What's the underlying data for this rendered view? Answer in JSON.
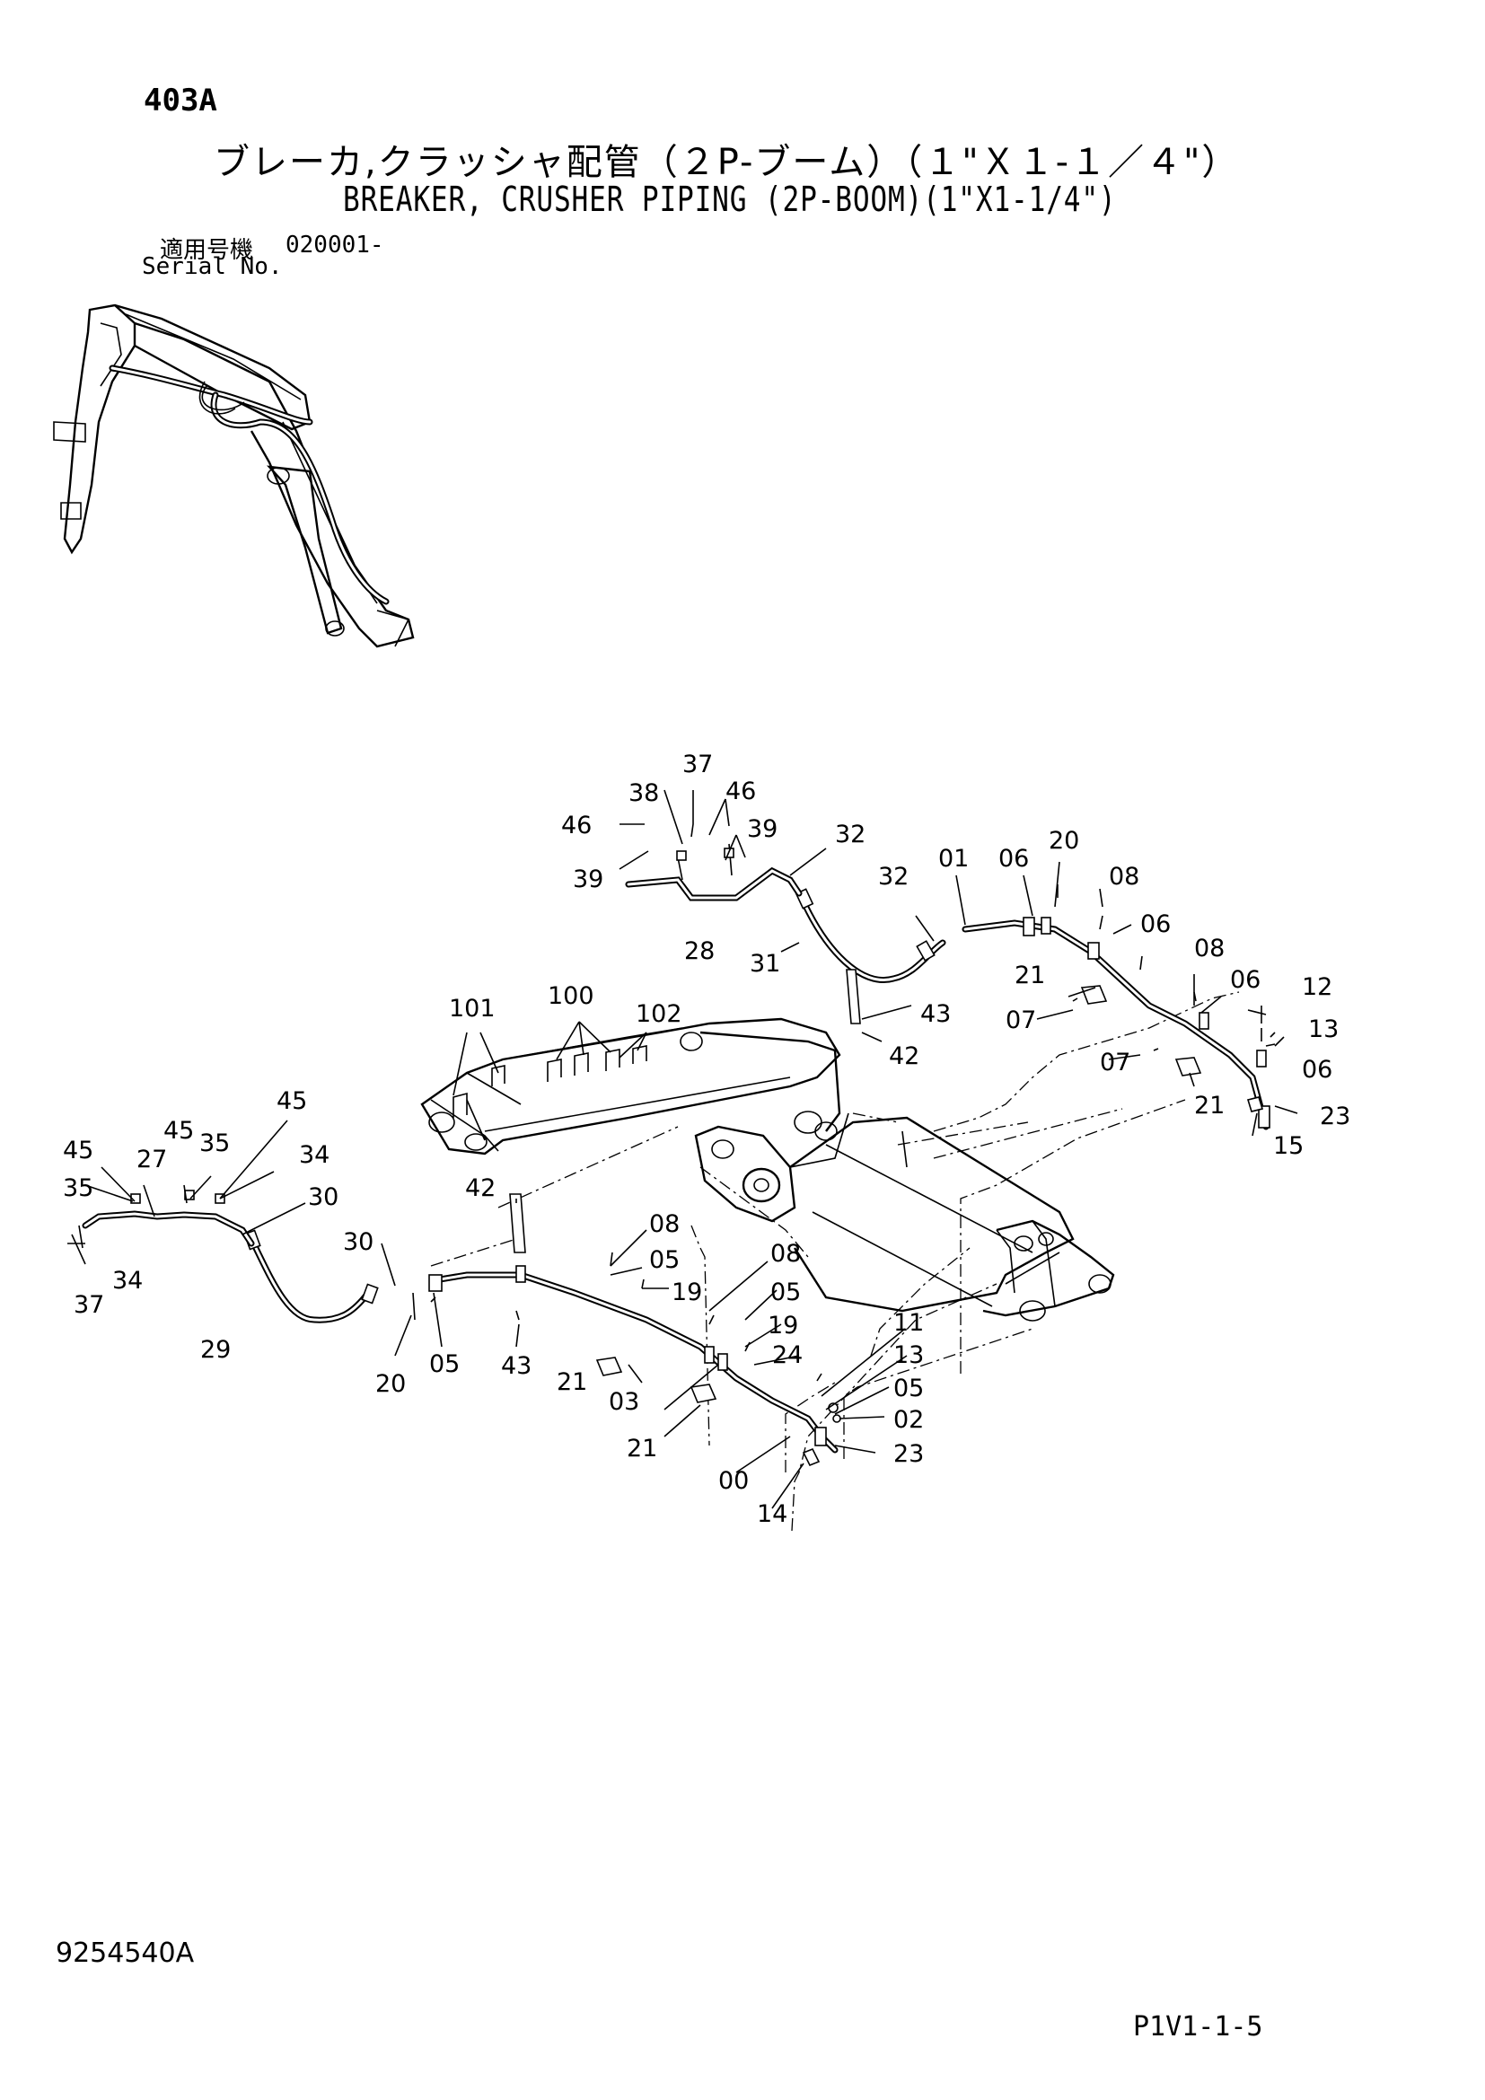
{
  "header": {
    "page_code": "403A",
    "title_ja": "ブレーカ,クラッシャ配管（２P-ブーム）（１\"Ｘ１-１／４\"）",
    "title_en": "BREAKER, CRUSHER PIPING (2P-BOOM)(1\"X1-1/4\")",
    "serial_label_ja": "適用号機",
    "serial_value": "020001-",
    "serial_label_en": "Serial No."
  },
  "footer": {
    "doc_number": "9254540A",
    "page_ref": "P1V1-1-5"
  },
  "callouts": {
    "c37a": "37",
    "c38": "38",
    "c46a": "46",
    "c46b": "46",
    "c39a": "39",
    "c39b": "39",
    "c32a": "32",
    "c32b": "32",
    "c01": "01",
    "c06a": "06",
    "c20a": "20",
    "c08a": "08",
    "c06b": "06",
    "c28": "28",
    "c31": "31",
    "c101": "101",
    "c100": "100",
    "c102": "102",
    "c43a": "43",
    "c42a": "42",
    "c21a": "21",
    "c07a": "07",
    "c08b": "08",
    "c06c": "06",
    "c12": "12",
    "c13a": "13",
    "c06d": "06",
    "c07b": "07",
    "c21b": "21",
    "c23a": "23",
    "c15": "15",
    "c45a": "45",
    "c45b": "45",
    "c35a": "35",
    "c45c": "45",
    "c27": "27",
    "c35b": "35",
    "c34a": "34",
    "c30a": "30",
    "c42b": "42",
    "c30b": "30",
    "c34b": "34",
    "c37b": "37",
    "c29": "29",
    "c08c": "08",
    "c05a": "05",
    "c19a": "19",
    "c08d": "08",
    "c05b": "05",
    "c19b": "19",
    "c24": "24",
    "c05c": "05",
    "c20b": "20",
    "c43b": "43",
    "c21c": "21",
    "c03": "03",
    "c21d": "21",
    "c11": "11",
    "c13b": "13",
    "c05d": "05",
    "c02": "02",
    "c23b": "23",
    "c00": "00",
    "c14": "14"
  }
}
